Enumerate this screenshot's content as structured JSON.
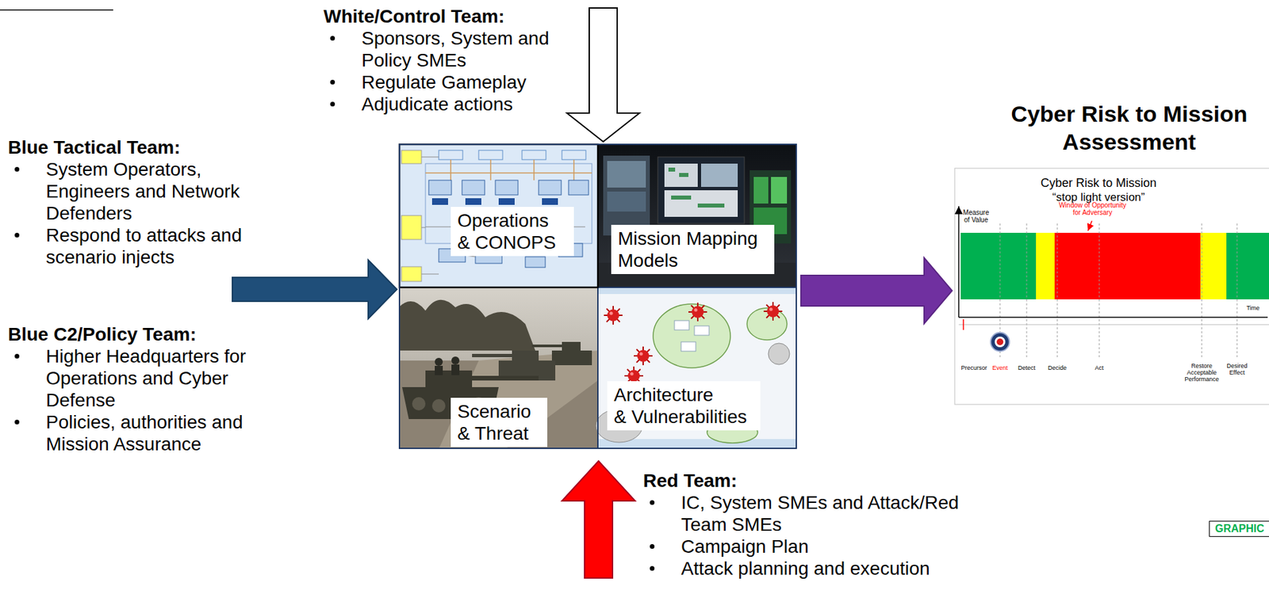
{
  "diagram": {
    "nodes": [
      {
        "text": [
          "White/Control Team:",
          "Sponsors, System and Policy SMEs",
          "Regulate Gameplay",
          "Adjudicate actions"
        ]
      },
      {
        "text": [
          "Blue Tactical Team:",
          "System Operators, Engineers and Network Defenders",
          "Respond to attacks and scenario injects"
        ]
      },
      {
        "text": [
          "Blue C2/Policy Team:",
          "Higher Headquarters for Operations and Cyber Defense",
          "Policies, authorities and Mission Assurance"
        ]
      },
      {
        "text": []
      },
      {
        "text": [
          "Operations & CONOPS"
        ],
        "in": 3
      },
      {
        "text": [
          "Mission Mapping Models"
        ],
        "in": 3
      },
      {
        "text": [
          "Scenario & Threat"
        ],
        "in": 3
      },
      {
        "text": [
          "Architecture & Vulnerabilities"
        ],
        "in": 3
      },
      {
        "text": [
          "Cyber Risk to Mission Assessment"
        ]
      },
      {
        "text": [
          "Red Team:",
          "IC, System SMEs and Attack/Red Team SMEs",
          "Campaign Plan",
          "Attack planning and execution"
        ]
      },
      {
        "text": [
          "GRAPHIC"
        ]
      }
    ],
    "edges": [
      {
        "from": 0,
        "to": 3,
        "arrow": "to"
      },
      {
        "from": 1,
        "to": 3,
        "arrow": "to"
      },
      {
        "from": 2,
        "to": 3,
        "arrow": "to"
      },
      {
        "from": 9,
        "to": 3,
        "arrow": "to"
      },
      {
        "from": 3,
        "to": 8,
        "arrow": "to"
      }
    ],
    "labels": [
      "Cyber Risk to Mission",
      "“stop light version”",
      "Measure of Value",
      "Window of Opportunity for Adversary",
      "Time",
      "Precursor",
      "Event",
      "Detect",
      "Decide",
      "Act",
      "Restore Acceptable Performance",
      "Desired Effect"
    ]
  }
}
